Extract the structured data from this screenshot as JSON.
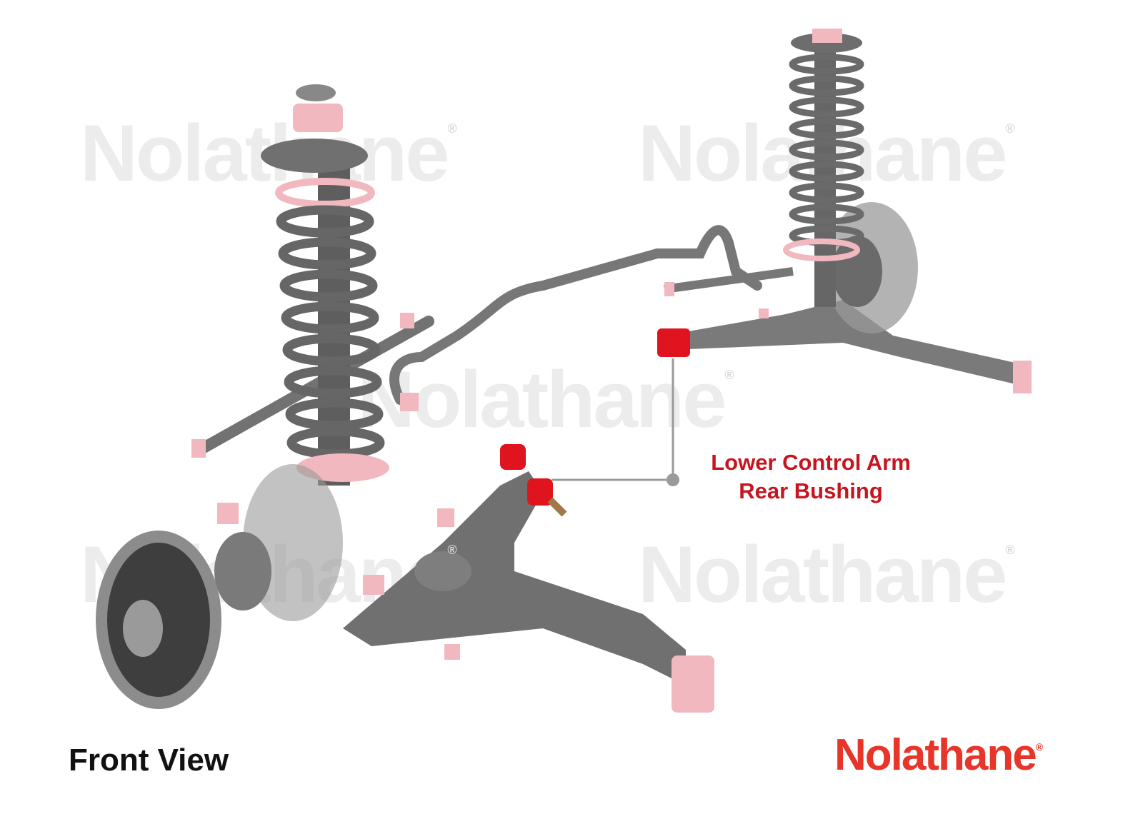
{
  "watermark": {
    "text": "Nolathane",
    "mark": "®"
  },
  "callout": {
    "line1": "Lower Control Arm",
    "line2": "Rear Bushing",
    "color": "#c8141e"
  },
  "view_label": "Front View",
  "logo": {
    "text": "Nolathane",
    "mark": "®",
    "color": "#e8352a"
  },
  "colors": {
    "metal": "#6e6e6e",
    "bushing": "#f2b8c0",
    "highlight_bushing": "#e0141e",
    "leader_line": "#9a9a9a"
  }
}
